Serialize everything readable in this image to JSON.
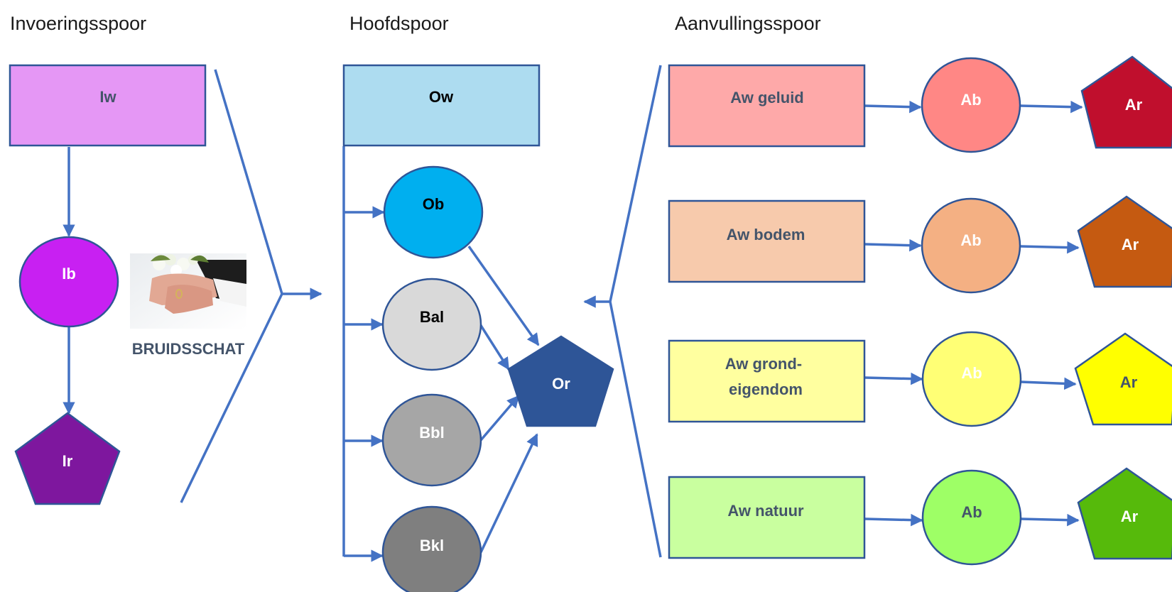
{
  "headings": {
    "invoering": "Invoeringsspoor",
    "hoofd": "Hoofdspoor",
    "aanvulling": "Aanvullingsspoor"
  },
  "invoering": {
    "iw": "Iw",
    "ib": "Ib",
    "ir": "Ir",
    "image_caption": "BRUIDSSCHAT",
    "image_icon": "wedding-hands-icon"
  },
  "hoofd": {
    "ow": "Ow",
    "ob": "Ob",
    "bal": "Bal",
    "bbl": "Bbl",
    "bkl": "Bkl",
    "or": "Or"
  },
  "aanvulling": {
    "rows": [
      {
        "aw_lines": [
          "Aw geluid"
        ],
        "ab": "Ab",
        "ar": "Ar"
      },
      {
        "aw_lines": [
          "Aw bodem"
        ],
        "ab": "Ab",
        "ar": "Ar"
      },
      {
        "aw_lines": [
          "Aw grond-",
          "eigendom"
        ],
        "ab": "Ab",
        "ar": "Ar"
      },
      {
        "aw_lines": [
          "Aw natuur"
        ],
        "ab": "Ab",
        "ar": "Ar"
      }
    ]
  },
  "colors": {
    "connector": "#4472C4",
    "outline": "#2F5597",
    "label_dark": "#44546A",
    "iw": "#E597F5",
    "ib": "#C820F2",
    "ir": "#7E179E",
    "ow": "#ADDCF0",
    "ob": "#00AFEF",
    "bal": "#D9D9D9",
    "bbl": "#A6A6A6",
    "bkl": "#7F7F7F",
    "or": "#2E5597",
    "row_aw": [
      "#FEA9A9",
      "#F7CAAC",
      "#FFFF9F",
      "#C9FF9F"
    ],
    "row_ab": [
      "#FF8785",
      "#F4B083",
      "#FFFF75",
      "#9EFF66"
    ],
    "row_ar": [
      "#C00F2D",
      "#C55A11",
      "#FFFF00",
      "#56BA0B"
    ]
  }
}
